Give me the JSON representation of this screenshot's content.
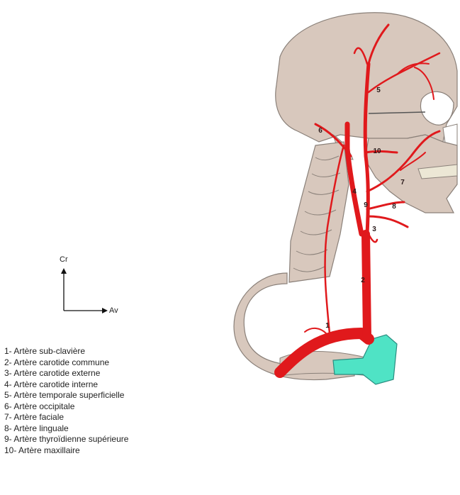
{
  "orientation": {
    "up_label": "Cr",
    "right_label": "Av"
  },
  "legend": [
    "1- Artère sub-clavière",
    "2- Artère carotide commune",
    "3- Artère carotide externe",
    "4- Artère carotide interne",
    "5- Artère temporale superficielle",
    "6- Artère occipitale",
    "7- Artère faciale",
    "8- Artère linguale",
    "9- Artère thyroïdienne supérieure",
    "10- Artère maxillaire"
  ],
  "markers": [
    "1",
    "2",
    "3",
    "4",
    "5",
    "6",
    "7",
    "8",
    "9",
    "10"
  ],
  "colors": {
    "artery": "#e0191c",
    "bone": "#d8c8bd",
    "bone_outline": "#8a8079",
    "clavicle_tip": "#4fe3c5",
    "background": "#ffffff"
  }
}
